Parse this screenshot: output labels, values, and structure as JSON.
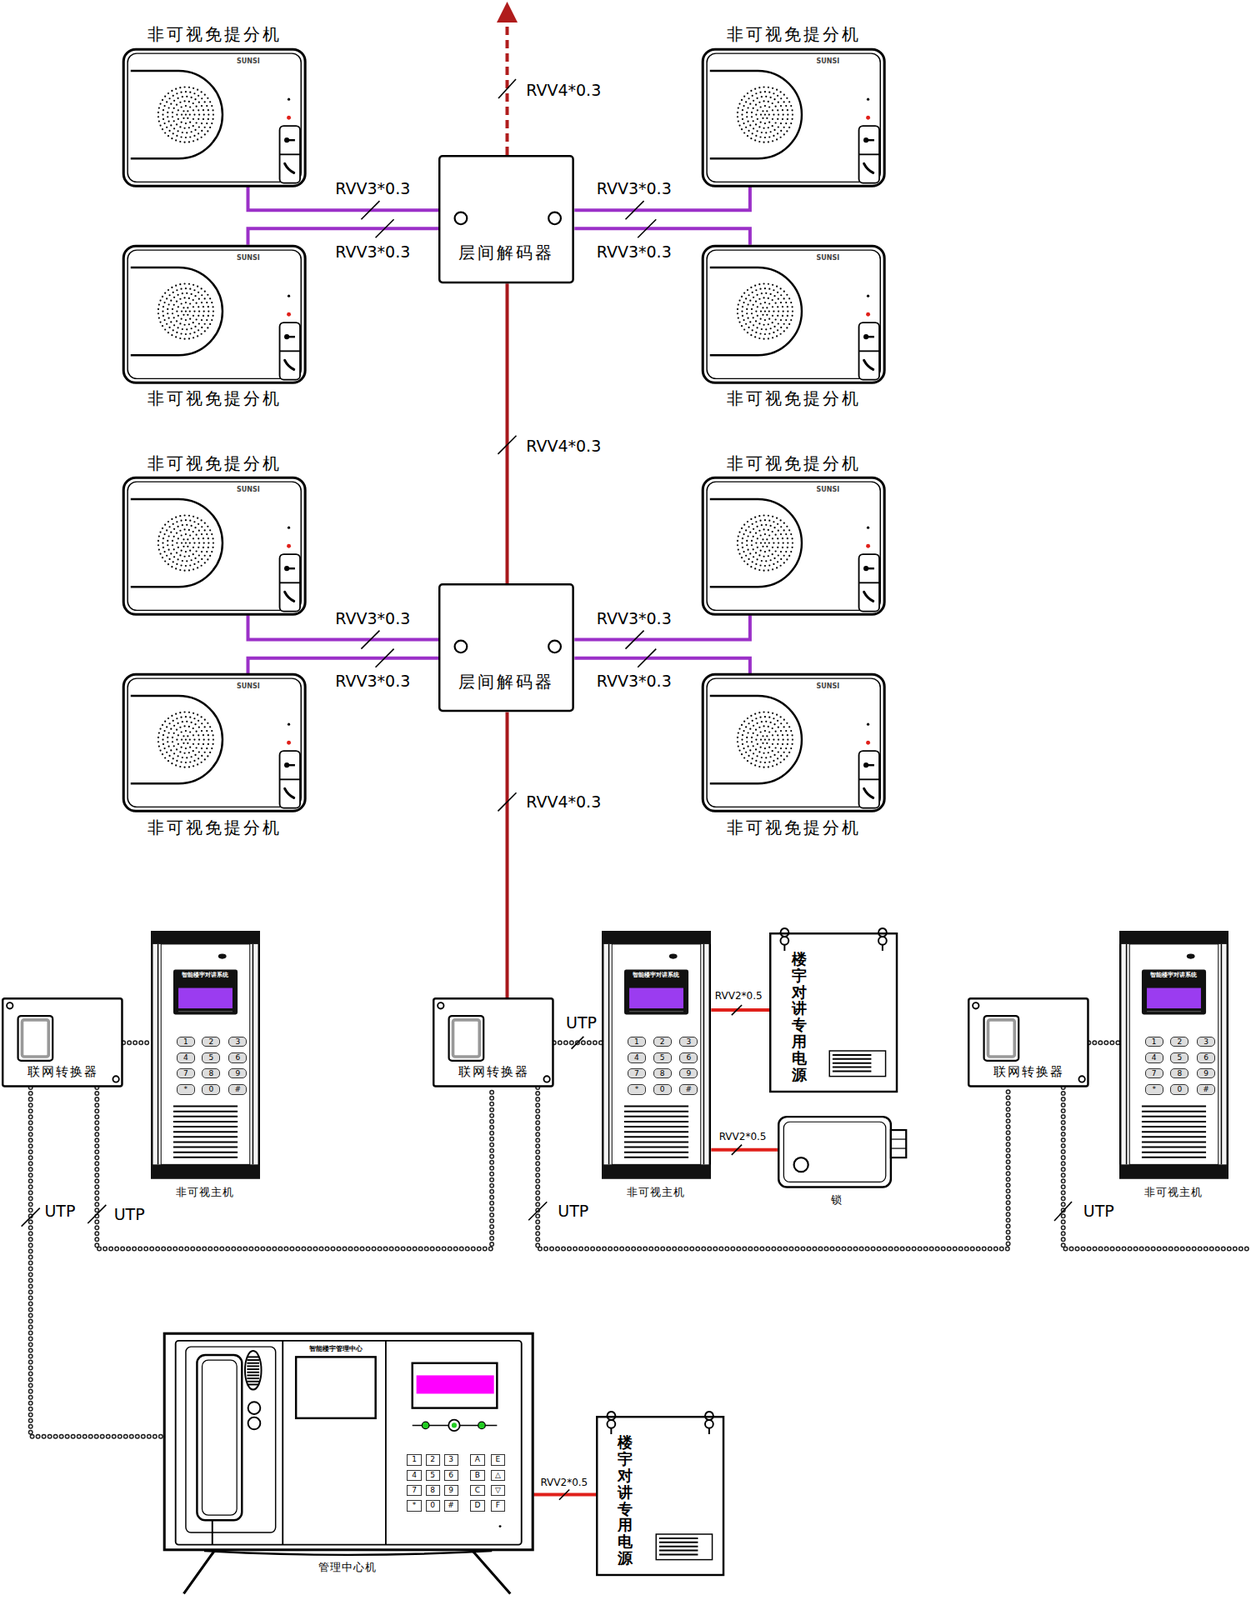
{
  "diagram": {
    "nodes": [
      {
        "text": [
          "非可视免提分机"
        ]
      },
      {
        "text": [
          "非可视免提分机"
        ]
      },
      {
        "text": [
          "层间解码器"
        ]
      },
      {
        "text": [
          "非可视免提分机"
        ]
      },
      {
        "text": [
          "非可视免提分机"
        ]
      },
      {
        "text": [
          "非可视免提分机"
        ]
      },
      {
        "text": [
          "非可视免提分机"
        ]
      },
      {
        "text": [
          "层间解码器"
        ]
      },
      {
        "text": [
          "非可视免提分机"
        ]
      },
      {
        "text": [
          "非可视免提分机"
        ]
      },
      {
        "text": [
          "联网转换器"
        ]
      },
      {
        "text": [
          "智能楼宇对讲系统",
          "非可视主机"
        ]
      },
      {
        "text": [
          "联网转换器"
        ]
      },
      {
        "text": [
          "智能楼宇对讲系统",
          "非可视主机"
        ]
      },
      {
        "text": [
          "楼宇对讲专用电源"
        ]
      },
      {
        "text": [
          "锁"
        ]
      },
      {
        "text": [
          "联网转换器"
        ]
      },
      {
        "text": [
          "智能楼宇对讲系统",
          "非可视主机"
        ]
      },
      {
        "text": [
          "智能楼宇管理中心",
          "管理中心机"
        ]
      },
      {
        "text": [
          "楼宇对讲专用电源"
        ]
      }
    ],
    "edges": [
      {
        "from": 0,
        "to": 2,
        "arrow": "none",
        "label": "RVV3*0.3"
      },
      {
        "from": 3,
        "to": 2,
        "arrow": "none",
        "label": "RVV3*0.3"
      },
      {
        "from": 1,
        "to": 2,
        "arrow": "none",
        "label": "RVV3*0.3"
      },
      {
        "from": 4,
        "to": 2,
        "arrow": "none",
        "label": "RVV3*0.3"
      },
      {
        "from": 5,
        "to": 7,
        "arrow": "none",
        "label": "RVV3*0.3"
      },
      {
        "from": 8,
        "to": 7,
        "arrow": "none",
        "label": "RVV3*0.3"
      },
      {
        "from": 6,
        "to": 7,
        "arrow": "none",
        "label": "RVV3*0.3"
      },
      {
        "from": 9,
        "to": 7,
        "arrow": "none",
        "label": "RVV3*0.3"
      },
      {
        "from": 2,
        "to": 7,
        "arrow": "none",
        "label": "RVV4*0.3"
      },
      {
        "from": 7,
        "to": 12,
        "arrow": "none",
        "label": "RVV4*0.3"
      },
      {
        "from": 10,
        "to": 11,
        "arrow": "none"
      },
      {
        "from": 12,
        "to": 13,
        "arrow": "none",
        "label": "UTP"
      },
      {
        "from": 16,
        "to": 17,
        "arrow": "none"
      },
      {
        "from": 13,
        "to": 14,
        "arrow": "none",
        "label": "RVV2*0.5"
      },
      {
        "from": 13,
        "to": 15,
        "arrow": "none",
        "label": "RVV2*0.5"
      },
      {
        "from": 10,
        "to": 18,
        "arrow": "none",
        "label": "UTP"
      },
      {
        "from": 10,
        "to": 12,
        "arrow": "none",
        "label": "UTP"
      },
      {
        "from": 12,
        "to": 16,
        "arrow": "none",
        "label": "UTP"
      },
      {
        "from": 18,
        "to": 19,
        "arrow": "none",
        "label": "RVV2*0.5"
      }
    ],
    "labels": [
      "RVV4*0.3",
      "UTP",
      "SUNSI",
      "SUNSI",
      "SUNSI",
      "SUNSI",
      "SUNSI",
      "SUNSI",
      "SUNSI",
      "SUNSI",
      "1",
      "2",
      "3",
      "4",
      "5",
      "6",
      "7",
      "8",
      "9",
      "*",
      "0",
      "#",
      "1",
      "2",
      "3",
      "4",
      "5",
      "6",
      "7",
      "8",
      "9",
      "*",
      "0",
      "#",
      "1",
      "2",
      "3",
      "4",
      "5",
      "6",
      "7",
      "8",
      "9",
      "*",
      "0",
      "#",
      "1",
      "2",
      "3",
      "A",
      "4",
      "5",
      "6",
      "B",
      "7",
      "8",
      "9",
      "C",
      "*",
      "0",
      "#",
      "D",
      "E",
      "△",
      "▽",
      "F"
    ]
  }
}
